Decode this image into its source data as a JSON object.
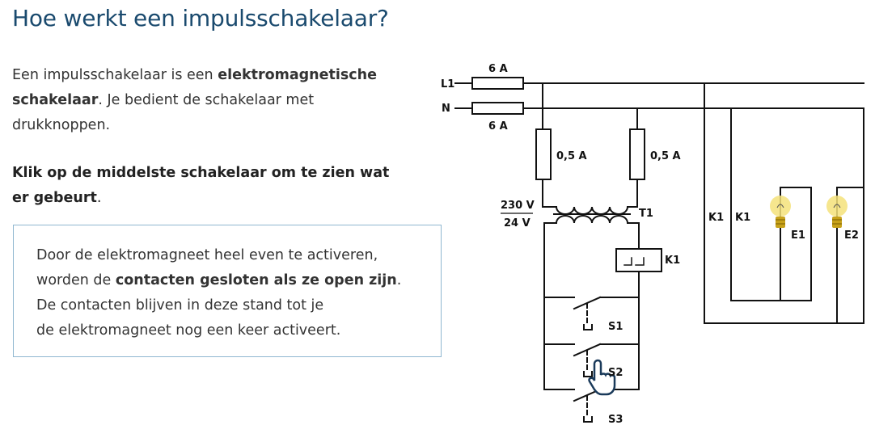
{
  "title": "Hoe werkt een impulsschakelaar?",
  "intro": {
    "part1": "Een impulsschakelaar is een ",
    "bold": "elektromagnetische schakelaar",
    "part2": ". Je bedient de schakelaar met drukknoppen."
  },
  "instruction": {
    "bold": "Klik op de middelste schakelaar om te zien wat er gebeurt",
    "end": "."
  },
  "infobox": {
    "line1": "Door de elektromagneet heel even te activeren,",
    "line2_part1": "worden de ",
    "line2_bold": "contacten gesloten als ze open zijn",
    "line2_end": ".",
    "line3": "De contacten blijven in deze stand tot je",
    "line4": "de elektromagneet nog een keer activeert."
  },
  "diagram": {
    "labels": {
      "l1": "L1",
      "n": "N",
      "fuse_top": "6 A",
      "fuse_bottom": "6 A",
      "fuse_left": "0,5 A",
      "fuse_right": "0,5 A",
      "voltage_primary": "230 V",
      "voltage_secondary": "24 V",
      "transformer": "T1",
      "relay": "K1",
      "contact_a": "K1",
      "contact_b": "K1",
      "lamp1": "E1",
      "lamp2": "E2",
      "switch1": "S1",
      "switch2": "S2",
      "switch3": "S3"
    },
    "colors": {
      "wire": "#111111",
      "lamp_glow": "#f4e27a",
      "lamp_base": "#c8a21a",
      "title": "#1a4a6e",
      "box_border": "#8fb7d0"
    }
  }
}
